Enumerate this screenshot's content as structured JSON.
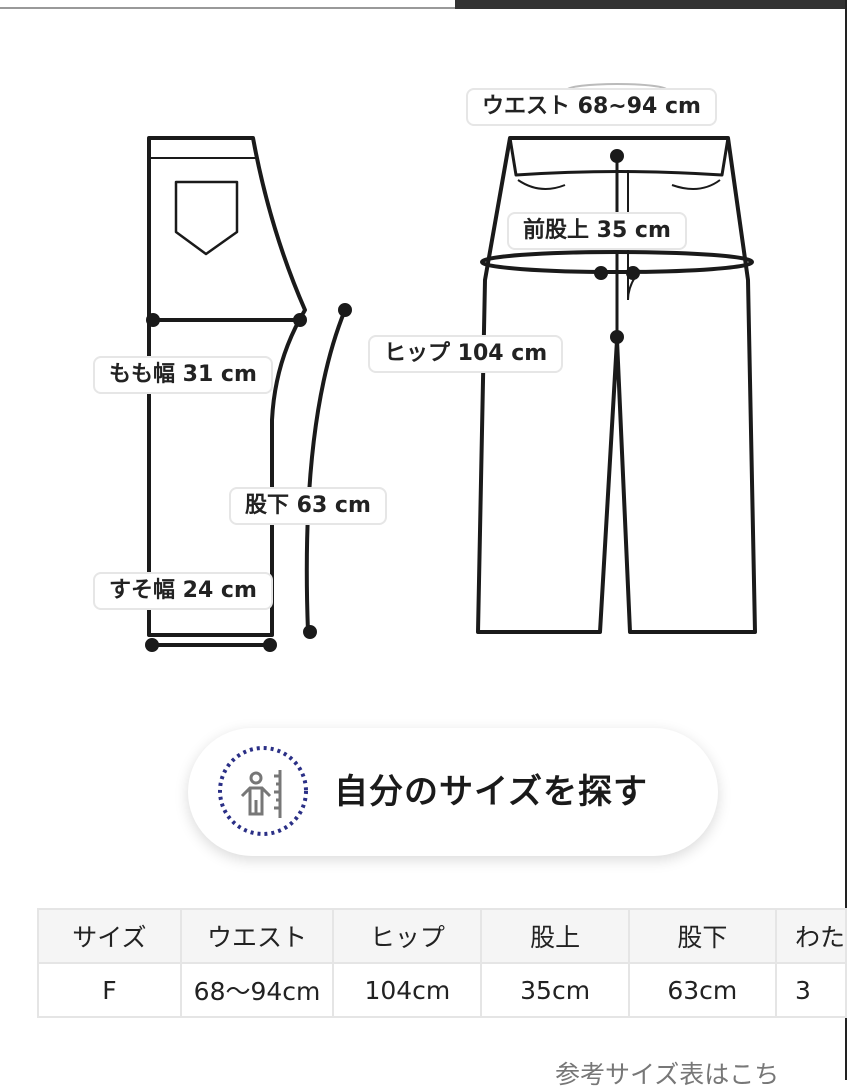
{
  "labels": {
    "waist": "ウエスト 68~94 cm",
    "front_rise": "前股上 35 cm",
    "hip": "ヒップ 104 cm",
    "thigh": "もも幅 31 cm",
    "inseam": "股下 63 cm",
    "hem": "すそ幅 24 cm"
  },
  "find_size_button": {
    "label": "自分のサイズを探す",
    "icon": "body-measure-icon",
    "accent": "#2a2f86"
  },
  "size_table": {
    "headers": [
      "サイズ",
      "ウエスト",
      "ヒップ",
      "股上",
      "股下",
      "わた"
    ],
    "rows": [
      [
        "F",
        "68〜94cm",
        "104cm",
        "35cm",
        "63cm",
        "3"
      ]
    ]
  },
  "size_chart_link": "参考サイズ表はこち"
}
